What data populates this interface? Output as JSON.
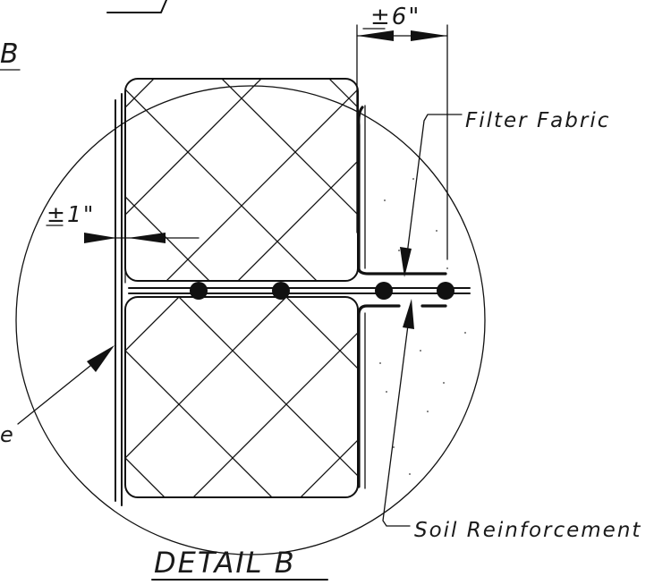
{
  "labels": {
    "dim_top": "±6\"",
    "dim_left": "±1\"",
    "filter_fabric": "Filter Fabric",
    "soil_reinforcement": "Soil Reinforcement",
    "title": "DETAIL B",
    "title_fragment": "B",
    "callout_fragment": "e"
  },
  "colors": {
    "ink": "#111111",
    "paper": "#ffffff"
  },
  "icons": {
    "dowel_pin": "filled-circle",
    "dimension_arrow": "filled-arrowhead"
  }
}
